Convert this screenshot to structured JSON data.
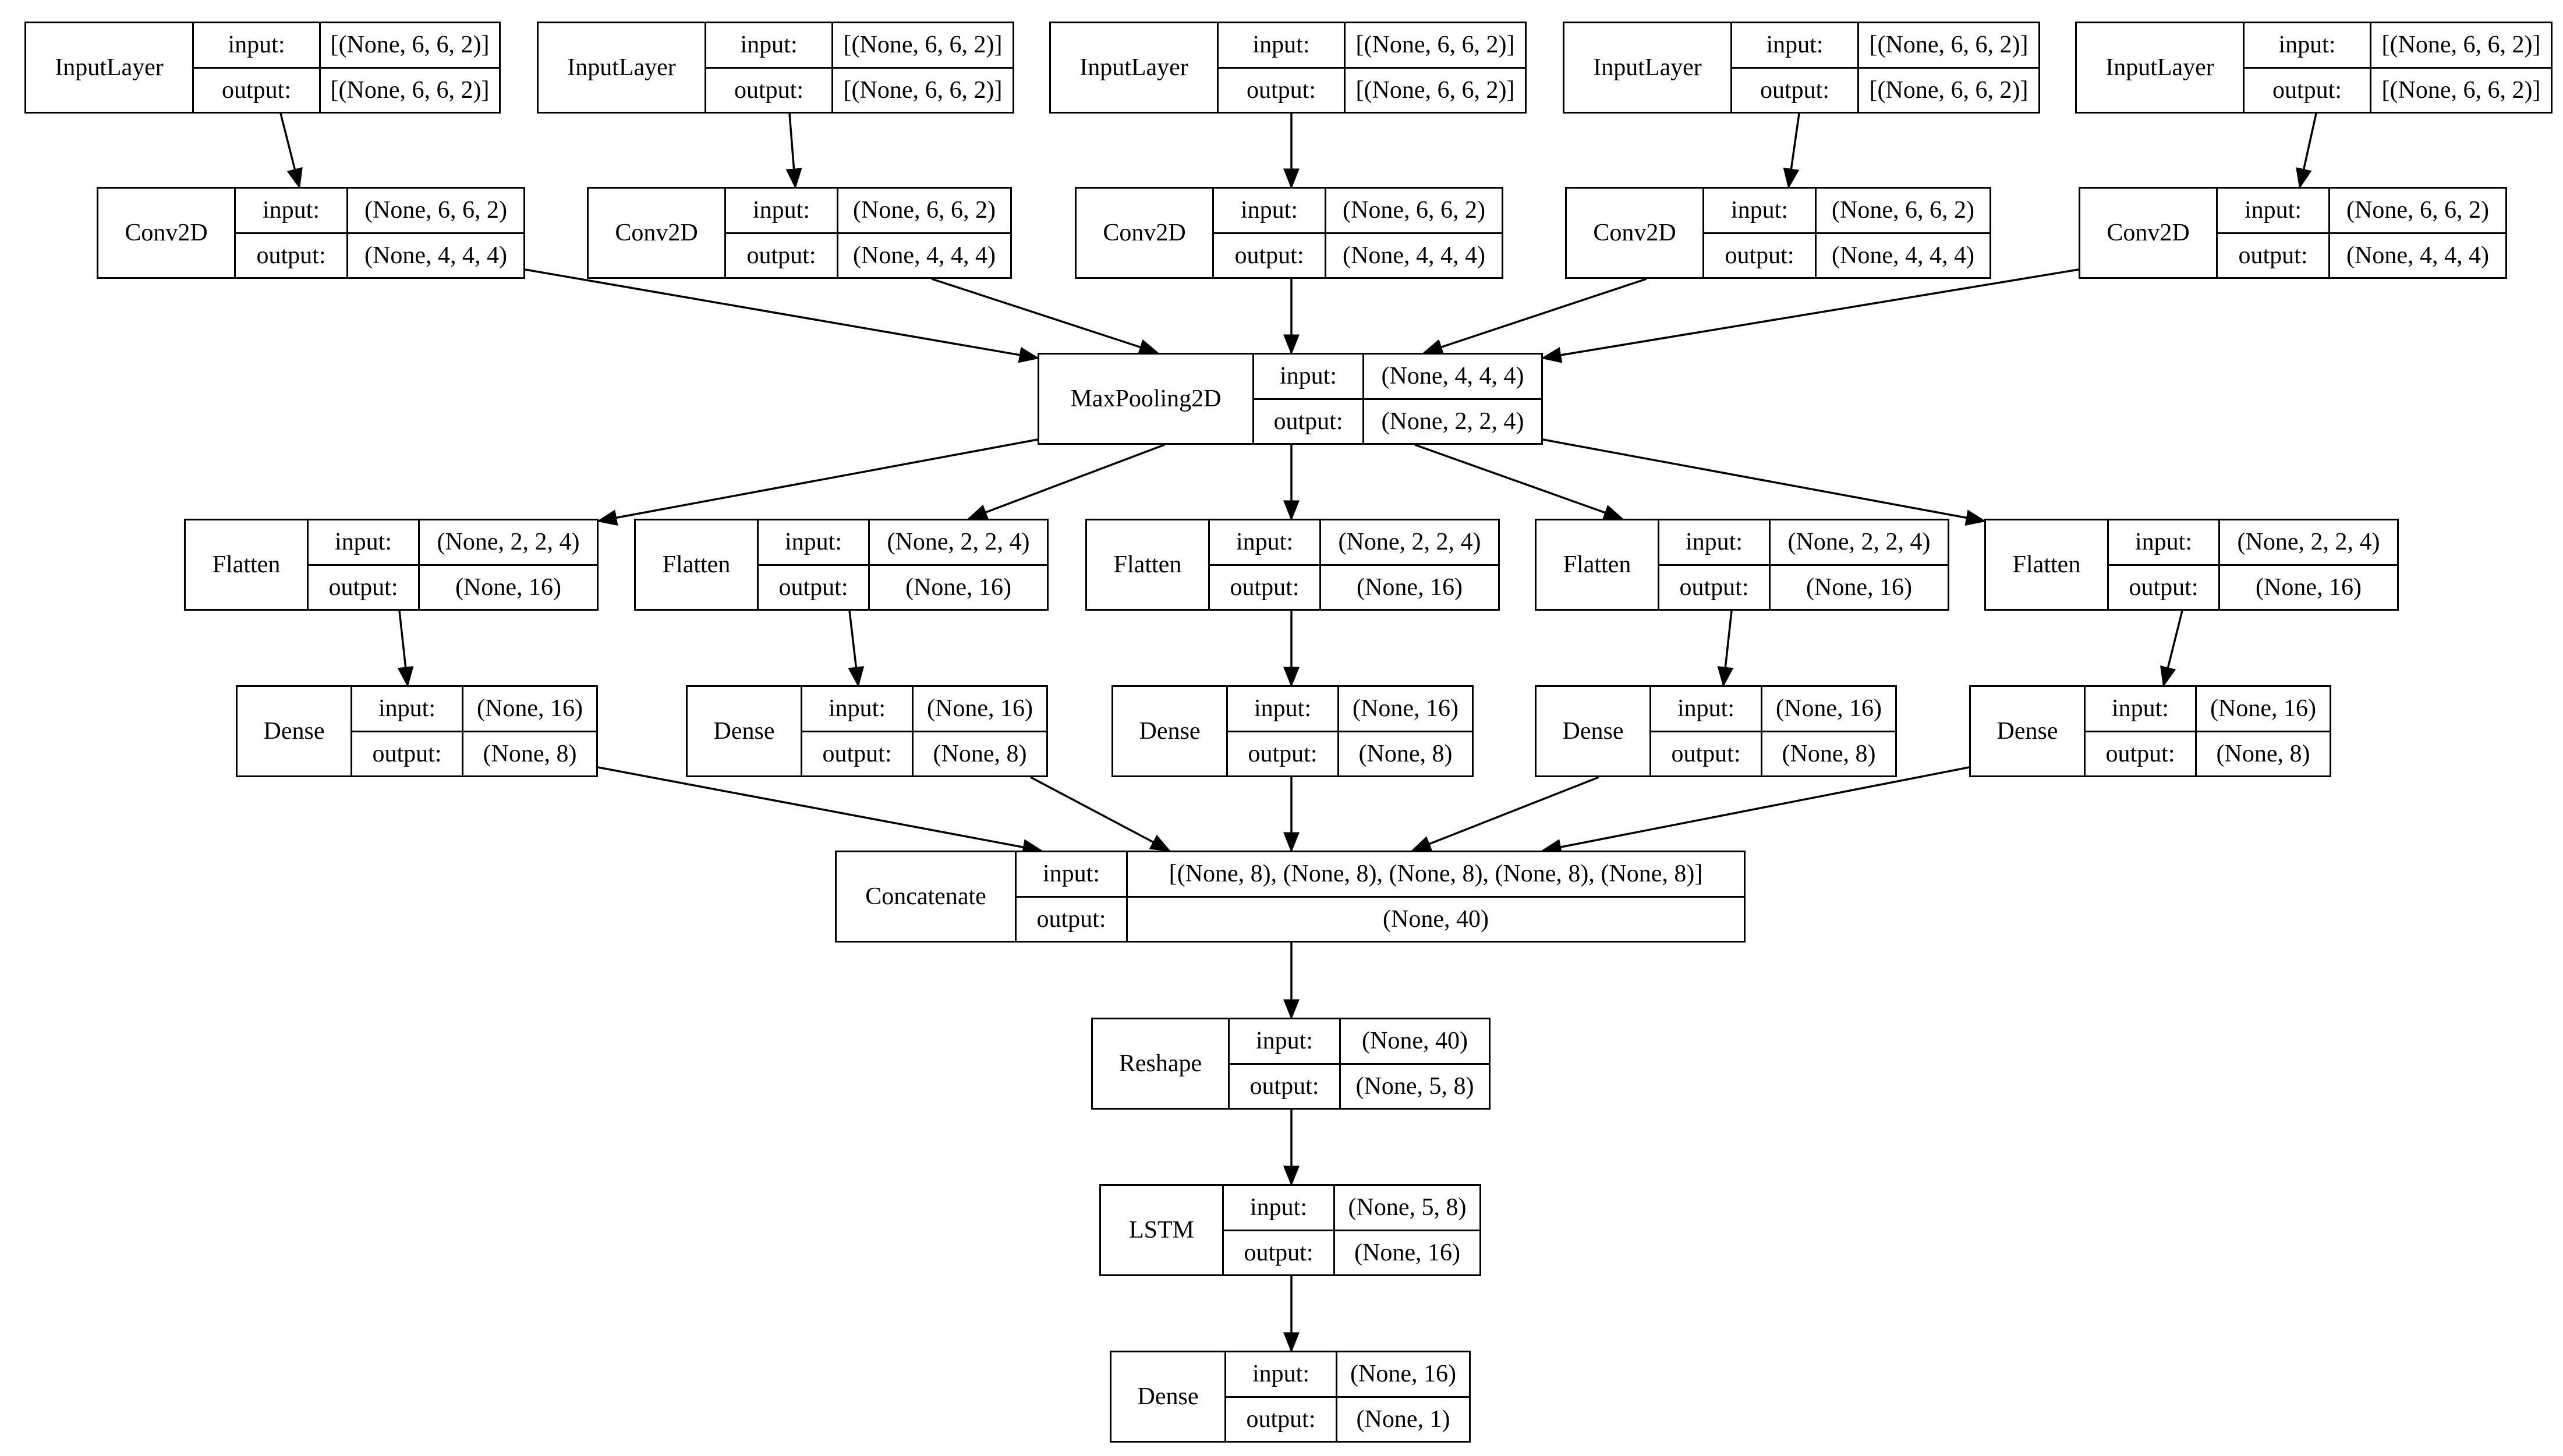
{
  "labels": {
    "input": "input:",
    "output": "output:"
  },
  "nodes": [
    {
      "id": "in1",
      "name": "InputLayer",
      "input": "[(None, 6, 6, 2)]",
      "output": "[(None, 6, 6, 2)]"
    },
    {
      "id": "in2",
      "name": "InputLayer",
      "input": "[(None, 6, 6, 2)]",
      "output": "[(None, 6, 6, 2)]"
    },
    {
      "id": "in3",
      "name": "InputLayer",
      "input": "[(None, 6, 6, 2)]",
      "output": "[(None, 6, 6, 2)]"
    },
    {
      "id": "in4",
      "name": "InputLayer",
      "input": "[(None, 6, 6, 2)]",
      "output": "[(None, 6, 6, 2)]"
    },
    {
      "id": "in5",
      "name": "InputLayer",
      "input": "[(None, 6, 6, 2)]",
      "output": "[(None, 6, 6, 2)]"
    },
    {
      "id": "conv1",
      "name": "Conv2D",
      "input": "(None, 6, 6, 2)",
      "output": "(None, 4, 4, 4)"
    },
    {
      "id": "conv2",
      "name": "Conv2D",
      "input": "(None, 6, 6, 2)",
      "output": "(None, 4, 4, 4)"
    },
    {
      "id": "conv3",
      "name": "Conv2D",
      "input": "(None, 6, 6, 2)",
      "output": "(None, 4, 4, 4)"
    },
    {
      "id": "conv4",
      "name": "Conv2D",
      "input": "(None, 6, 6, 2)",
      "output": "(None, 4, 4, 4)"
    },
    {
      "id": "conv5",
      "name": "Conv2D",
      "input": "(None, 6, 6, 2)",
      "output": "(None, 4, 4, 4)"
    },
    {
      "id": "pool",
      "name": "MaxPooling2D",
      "input": "(None, 4, 4, 4)",
      "output": "(None, 2, 2, 4)"
    },
    {
      "id": "flat1",
      "name": "Flatten",
      "input": "(None, 2, 2, 4)",
      "output": "(None, 16)"
    },
    {
      "id": "flat2",
      "name": "Flatten",
      "input": "(None, 2, 2, 4)",
      "output": "(None, 16)"
    },
    {
      "id": "flat3",
      "name": "Flatten",
      "input": "(None, 2, 2, 4)",
      "output": "(None, 16)"
    },
    {
      "id": "flat4",
      "name": "Flatten",
      "input": "(None, 2, 2, 4)",
      "output": "(None, 16)"
    },
    {
      "id": "flat5",
      "name": "Flatten",
      "input": "(None, 2, 2, 4)",
      "output": "(None, 16)"
    },
    {
      "id": "dense1",
      "name": "Dense",
      "input": "(None, 16)",
      "output": "(None, 8)"
    },
    {
      "id": "dense2",
      "name": "Dense",
      "input": "(None, 16)",
      "output": "(None, 8)"
    },
    {
      "id": "dense3",
      "name": "Dense",
      "input": "(None, 16)",
      "output": "(None, 8)"
    },
    {
      "id": "dense4",
      "name": "Dense",
      "input": "(None, 16)",
      "output": "(None, 8)"
    },
    {
      "id": "dense5",
      "name": "Dense",
      "input": "(None, 16)",
      "output": "(None, 8)"
    },
    {
      "id": "concat",
      "name": "Concatenate",
      "input": "[(None, 8), (None, 8), (None, 8), (None, 8), (None, 8)]",
      "output": "(None, 40)"
    },
    {
      "id": "reshape",
      "name": "Reshape",
      "input": "(None, 40)",
      "output": "(None, 5, 8)"
    },
    {
      "id": "lstm",
      "name": "LSTM",
      "input": "(None, 5, 8)",
      "output": "(None, 16)"
    },
    {
      "id": "denseout",
      "name": "Dense",
      "input": "(None, 16)",
      "output": "(None, 1)"
    }
  ],
  "edges": [
    [
      "in1",
      "conv1"
    ],
    [
      "in2",
      "conv2"
    ],
    [
      "in3",
      "conv3"
    ],
    [
      "in4",
      "conv4"
    ],
    [
      "in5",
      "conv5"
    ],
    [
      "conv1",
      "pool"
    ],
    [
      "conv2",
      "pool"
    ],
    [
      "conv3",
      "pool"
    ],
    [
      "conv4",
      "pool"
    ],
    [
      "conv5",
      "pool"
    ],
    [
      "pool",
      "flat1"
    ],
    [
      "pool",
      "flat2"
    ],
    [
      "pool",
      "flat3"
    ],
    [
      "pool",
      "flat4"
    ],
    [
      "pool",
      "flat5"
    ],
    [
      "flat1",
      "dense1"
    ],
    [
      "flat2",
      "dense2"
    ],
    [
      "flat3",
      "dense3"
    ],
    [
      "flat4",
      "dense4"
    ],
    [
      "flat5",
      "dense5"
    ],
    [
      "dense1",
      "concat"
    ],
    [
      "dense2",
      "concat"
    ],
    [
      "dense3",
      "concat"
    ],
    [
      "dense4",
      "concat"
    ],
    [
      "dense5",
      "concat"
    ],
    [
      "concat",
      "reshape"
    ],
    [
      "reshape",
      "lstm"
    ],
    [
      "lstm",
      "denseout"
    ]
  ]
}
